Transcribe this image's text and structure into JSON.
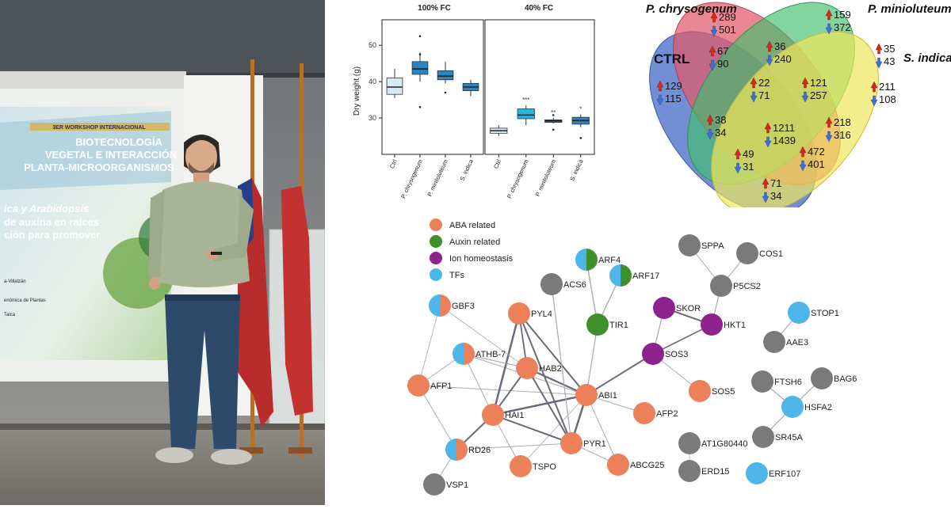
{
  "photo": {
    "slide_lines": [
      "3ER WORKSHOP INTERNACIONAL",
      "BIOTECNOLOGÍA",
      "VEGETAL E INTERACCIÓN",
      "PLANTA-MICROORGANISMOS"
    ],
    "slide_subtitle_lines": [
      "ica y Arabidopsis",
      "de auxina en raíces",
      "ción para promover"
    ],
    "slide_small": [
      "a-Villalzán",
      "enómica de Plantas",
      "Talca"
    ]
  },
  "chart_data": {
    "type": "box",
    "ylabel": "Dry weight (g)",
    "ylim": [
      20,
      57
    ],
    "yticks": [
      30,
      40,
      50
    ],
    "panels": [
      {
        "title": "100% FC",
        "categories": [
          "Ctrl",
          "P. chrysogenum",
          "P. miniloluteum",
          "S. indica"
        ],
        "boxes": [
          {
            "min": 35.5,
            "q1": 36.5,
            "median": 38.5,
            "q3": 41,
            "max": 43.5,
            "outliers": [],
            "color": "#d6ecf3"
          },
          {
            "min": 40,
            "q1": 42,
            "median": 43.5,
            "q3": 45.5,
            "max": 48,
            "outliers": [
              52.5,
              47.5,
              33
            ],
            "color": "#2a85c0"
          },
          {
            "min": 39.5,
            "q1": 40.5,
            "median": 41.5,
            "q3": 43,
            "max": 45.5,
            "outliers": [
              37
            ],
            "color": "#2a85c0"
          },
          {
            "min": 36,
            "q1": 37.5,
            "median": 38.5,
            "q3": 39.5,
            "max": 40.5,
            "outliers": [],
            "color": "#2a85c0"
          }
        ],
        "annotations": [
          "",
          "",
          "",
          ""
        ]
      },
      {
        "title": "40% FC",
        "categories": [
          "Ctrl",
          "P. chrysogenum",
          "P. miniloluteum",
          "S. indica"
        ],
        "boxes": [
          {
            "min": 25,
            "q1": 25.8,
            "median": 26.5,
            "q3": 27.2,
            "max": 28,
            "outliers": [],
            "color": "#d6ecf3"
          },
          {
            "min": 28,
            "q1": 29.8,
            "median": 30.8,
            "q3": 32.5,
            "max": 33.5,
            "outliers": [],
            "color": "#29b6dc"
          },
          {
            "min": 28.5,
            "q1": 28.8,
            "median": 29.2,
            "q3": 29.5,
            "max": 30,
            "outliers": [
              30.8,
              26.8
            ],
            "color": "#2a85c0"
          },
          {
            "min": 27.5,
            "q1": 28.3,
            "median": 29.3,
            "q3": 30.2,
            "max": 31,
            "outliers": [
              24.5
            ],
            "color": "#2a85c0"
          }
        ],
        "annotations": [
          "",
          "***",
          "**",
          "*"
        ]
      }
    ]
  },
  "venn": {
    "sets": [
      "CTRL",
      "P. chrysogenum",
      "P. minioluteum",
      "S. indica"
    ],
    "colors": {
      "ctrl": "#4a6fc9",
      "chrys": "#e05a6a",
      "minio": "#3fbf6a",
      "indica": "#f0e65a"
    },
    "regions": [
      {
        "up": "289",
        "down": "501"
      },
      {
        "up": "159",
        "down": "372"
      },
      {
        "up": "67",
        "down": "90"
      },
      {
        "up": "36",
        "down": "240"
      },
      {
        "up": "35",
        "down": "43"
      },
      {
        "up": "129",
        "down": "115"
      },
      {
        "up": "22",
        "down": "71"
      },
      {
        "up": "121",
        "down": "257"
      },
      {
        "up": "211",
        "down": "108"
      },
      {
        "up": "38",
        "down": "34"
      },
      {
        "up": "1211",
        "down": "1439"
      },
      {
        "up": "218",
        "down": "316"
      },
      {
        "up": "49",
        "down": "31"
      },
      {
        "up": "472",
        "down": "401"
      },
      {
        "up": "71",
        "down": "34"
      }
    ]
  },
  "network": {
    "legend": [
      {
        "label": "ABA related",
        "color": "#ec8058"
      },
      {
        "label": "Auxin related",
        "color": "#3f8f2c"
      },
      {
        "label": "Ion homeostasis",
        "color": "#8e238e"
      },
      {
        "label": "TFs",
        "color": "#4db6e8"
      }
    ],
    "nodes": [
      {
        "id": "ARF4",
        "label": "ARF4"
      },
      {
        "id": "ARF17",
        "label": "ARF17"
      },
      {
        "id": "ACS6",
        "label": "ACS6"
      },
      {
        "id": "GBF3",
        "label": "GBF3"
      },
      {
        "id": "PYL4",
        "label": "PYL4"
      },
      {
        "id": "TIR1",
        "label": "TIR1"
      },
      {
        "id": "ATHB7",
        "label": "ATHB-7"
      },
      {
        "id": "HAB2",
        "label": "HAB2"
      },
      {
        "id": "AFP1",
        "label": "AFP1"
      },
      {
        "id": "ABI1",
        "label": "ABI1"
      },
      {
        "id": "HAI1",
        "label": "HAI1"
      },
      {
        "id": "AFP2",
        "label": "AFP2"
      },
      {
        "id": "PYR1",
        "label": "PYR1"
      },
      {
        "id": "RD26",
        "label": "RD26"
      },
      {
        "id": "TSPO",
        "label": "TSPO"
      },
      {
        "id": "ABCG25",
        "label": "ABCG25"
      },
      {
        "id": "VSP1",
        "label": "VSP1"
      },
      {
        "id": "SPPA",
        "label": "SPPA"
      },
      {
        "id": "COS1",
        "label": "COS1"
      },
      {
        "id": "P5CS2",
        "label": "P5CS2"
      },
      {
        "id": "SKOR",
        "label": "SKOR"
      },
      {
        "id": "HKT1",
        "label": "HKT1"
      },
      {
        "id": "SOS3",
        "label": "SOS3"
      },
      {
        "id": "SOS5",
        "label": "SOS5"
      },
      {
        "id": "STOP1",
        "label": "STOP1"
      },
      {
        "id": "AAE3",
        "label": "AAE3"
      },
      {
        "id": "FTSH6",
        "label": "FTSH6"
      },
      {
        "id": "BAG6",
        "label": "BAG6"
      },
      {
        "id": "HSFA2",
        "label": "HSFA2"
      },
      {
        "id": "SR45A",
        "label": "SR45A"
      },
      {
        "id": "AT1G80440",
        "label": "AT1G80440"
      },
      {
        "id": "ERD15",
        "label": "ERD15"
      },
      {
        "id": "ERF107",
        "label": "ERF107"
      }
    ]
  }
}
